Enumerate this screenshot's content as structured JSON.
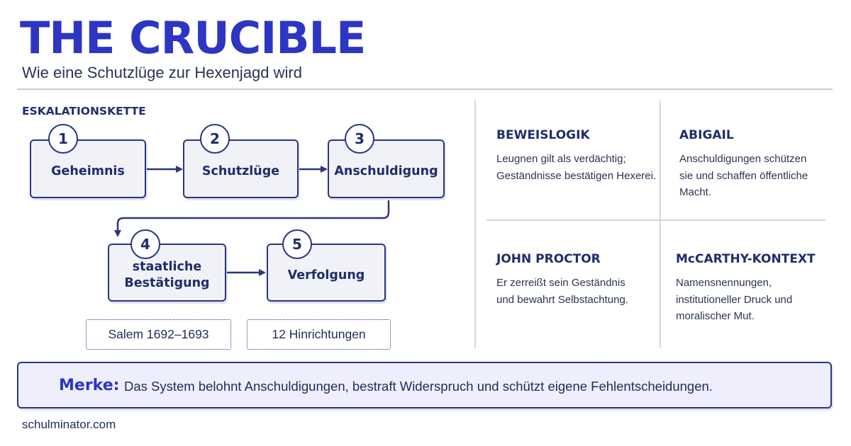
{
  "header": {
    "title": "THE CRUCIBLE",
    "subtitle": "Wie eine Schutzlüge zur Hexenjagd wird"
  },
  "flow": {
    "label": "ESKALATIONSKETTE",
    "steps": [
      {
        "number": "1",
        "label": "Geheimnis"
      },
      {
        "number": "2",
        "label": "Schutzlüge"
      },
      {
        "number": "3",
        "label": "Anschuldigung"
      },
      {
        "number": "4",
        "label": "staatliche\nBestätigung"
      },
      {
        "number": "5",
        "label": "Verfolgung"
      }
    ],
    "notes": [
      "Salem 1692–1693",
      "12 Hinrichtungen"
    ]
  },
  "panels": [
    {
      "title": "BEWEISLOGIK",
      "text": "Leugnen gilt als verdächtig;\nGeständnisse bestätigen Hexerei."
    },
    {
      "title": "ABIGAIL",
      "text": "Anschuldigungen schützen\nsie und schaffen öffentliche\nMacht."
    },
    {
      "title": "JOHN PROCTOR",
      "text": "Er zerreißt sein Geständnis\nund bewahrt Selbstachtung."
    },
    {
      "title": "McCARTHY-KONTEXT",
      "text": "Namensnennungen,\ninstitutioneller Druck und\nmoralischer Mut."
    }
  ],
  "merke": {
    "label": "Merke:",
    "text": "Das System belohnt Anschuldigungen, bestraft Widerspruch und schützt eigene Fehlentscheidungen."
  },
  "footer": {
    "site": "schulminator.com"
  },
  "colors": {
    "accent": "#2c36c2",
    "navy": "#1f2d6b",
    "box_fill": "#f1f2f7",
    "merke_fill": "#eeeefc",
    "divider": "#d3d6de"
  }
}
